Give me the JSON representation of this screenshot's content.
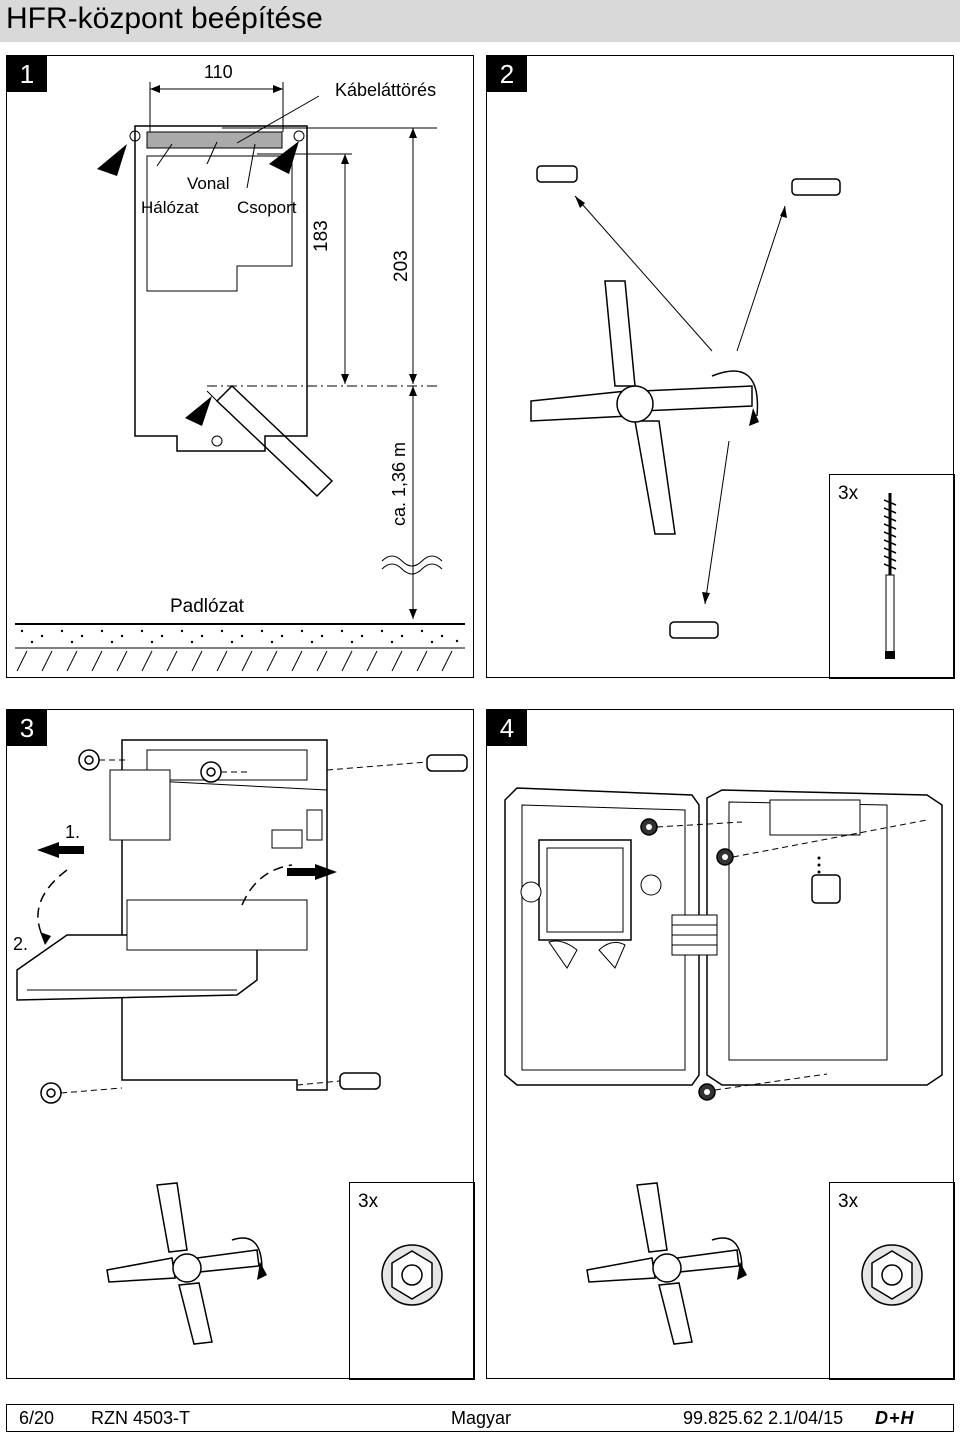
{
  "header": {
    "title": "HFR-központ beépítése"
  },
  "panels": [
    {
      "number": "1"
    },
    {
      "number": "2"
    },
    {
      "number": "3"
    },
    {
      "number": "4"
    }
  ],
  "panel1": {
    "dim_width": "110",
    "label_knockout": "Kábeláttörés",
    "label_line": "Vonal",
    "label_network": "Hálózat",
    "label_group": "Csoport",
    "dim_183": "183",
    "dim_203": "203",
    "dim_height": "ca. 1,36 m",
    "label_floor": "Padlózat"
  },
  "panel2": {
    "screw_count": "3x"
  },
  "panel3": {
    "step1": "1.",
    "step2": "2.",
    "nut_count": "3x"
  },
  "panel4": {
    "nut_count": "3x"
  },
  "footer": {
    "page": "6/20",
    "doc": "RZN 4503-T",
    "language": "Magyar",
    "code": "99.825.62 2.1/04/15",
    "logo": "D+H"
  }
}
